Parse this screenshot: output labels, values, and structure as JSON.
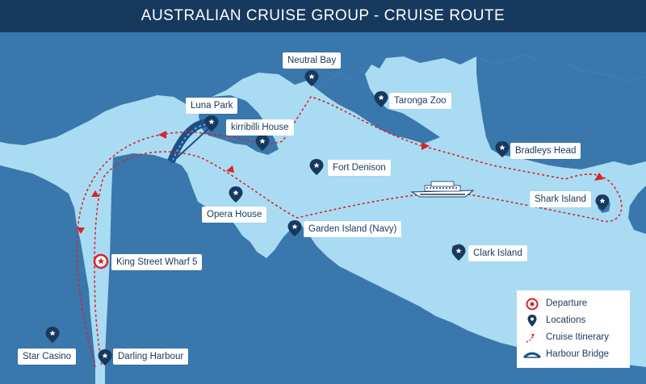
{
  "title": "AUSTRALIAN CRUISE GROUP - CRUISE ROUTE",
  "colors": {
    "water": "#a9dcf3",
    "land": "#3a77ac",
    "title_bar": "#17395e",
    "route": "#d8232a",
    "pin": "#17395e",
    "bridge": "#1d4e86"
  },
  "locations": {
    "neutral_bay": "Neutral Bay",
    "taronga_zoo": "Taronga Zoo",
    "luna_park": "Luna Park",
    "kirribilli_house": "kirribilli House",
    "bradleys_head": "Bradleys Head",
    "fort_denison": "Fort Denison",
    "shark_island": "Shark Island",
    "opera_house": "Opera House",
    "garden_island": "Garden Island (Navy)",
    "clark_island": "Clark Island",
    "king_street_wharf": "King Street Wharf 5",
    "star_casino": "Star Casino",
    "darling_harbour": "Darling Harbour"
  },
  "legend": {
    "departure": "Departure",
    "locations": "Locations",
    "cruise_itinerary": "Cruise Itinerary",
    "harbour_bridge": "Harbour Bridge"
  }
}
